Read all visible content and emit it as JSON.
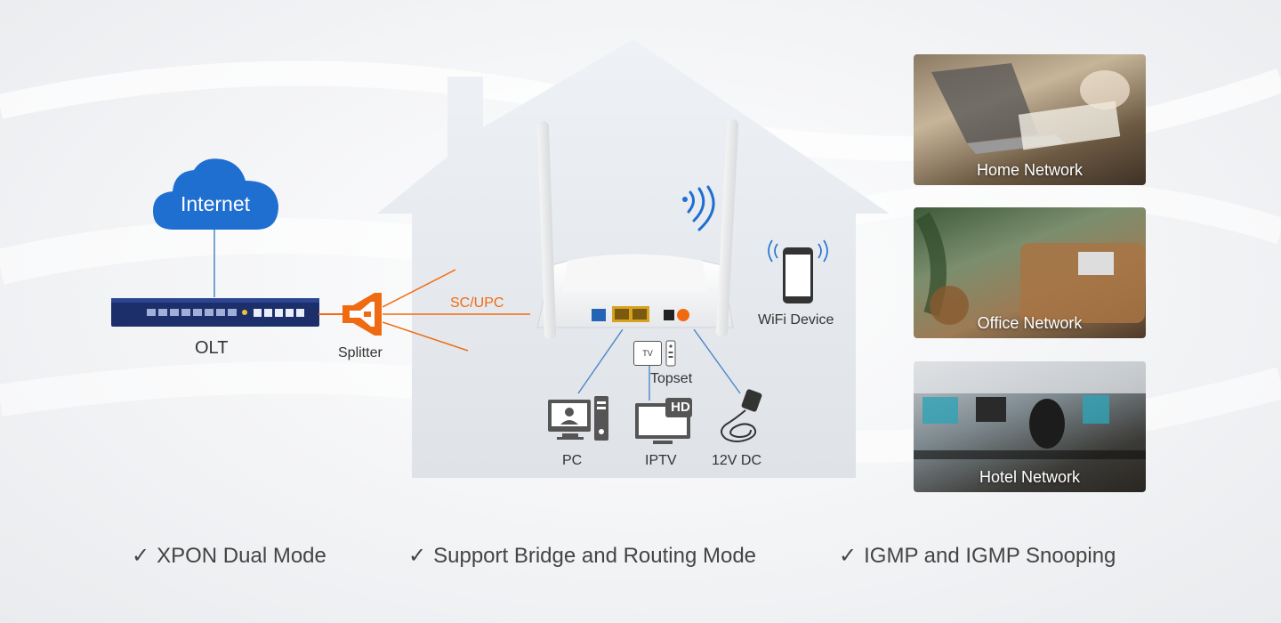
{
  "diagram": {
    "cloud_label": "Internet",
    "olt_label": "OLT",
    "splitter_label": "Splitter",
    "connector_label": "SC/UPC",
    "wifi_device_label": "WiFi Device",
    "topset_label": "Topset",
    "tv_box_text": "TV",
    "hd_badge": "HD",
    "devices": [
      {
        "label": "PC",
        "icon": "pc-icon"
      },
      {
        "label": "IPTV",
        "icon": "tv-hd-icon"
      },
      {
        "label": "12V DC",
        "icon": "power-adapter-icon"
      }
    ]
  },
  "scenarios": [
    {
      "caption": "Home Network"
    },
    {
      "caption": "Office Network"
    },
    {
      "caption": "Hotel Network"
    }
  ],
  "features": [
    {
      "text": "XPON Dual Mode"
    },
    {
      "text": "Support Bridge and Routing Mode"
    },
    {
      "text": "IGMP and IGMP Snooping"
    }
  ],
  "colors": {
    "accent_orange": "#f06a12",
    "cloud_blue": "#1f6fd1",
    "link_blue": "#4a86c8"
  }
}
